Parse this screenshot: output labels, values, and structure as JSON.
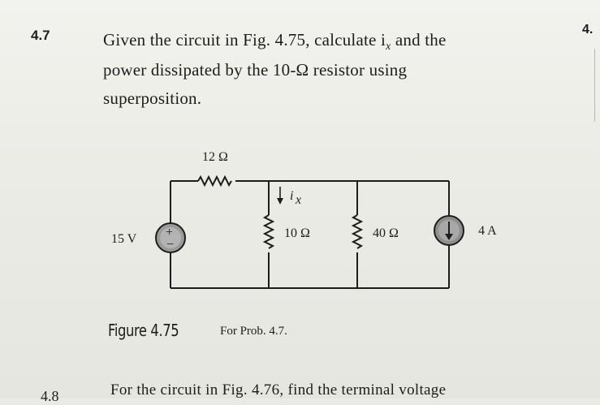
{
  "problem": {
    "number": "4.7",
    "line1": "Given the circuit in Fig. 4.75, calculate i",
    "line1_sub": "x",
    "line1_end": " and the",
    "line2": "power dissipated by the 10-Ω resistor using",
    "line3": "superposition."
  },
  "next_problem_number": "4.",
  "circuit": {
    "r1_label": "12 Ω",
    "current_label": "i",
    "current_sub": "x",
    "voltage_source_label": "15 V",
    "r2_label": "10 Ω",
    "r3_label": "40 Ω",
    "current_source_label": "4 A",
    "plus_sign": "+",
    "minus_sign": "−"
  },
  "figure": {
    "label": "Figure 4.75",
    "caption": "For Prob. 4.7."
  },
  "cutoff_line": {
    "number": "4.8",
    "text": "For the circuit in Fig. 4.76, find the terminal voltage"
  }
}
